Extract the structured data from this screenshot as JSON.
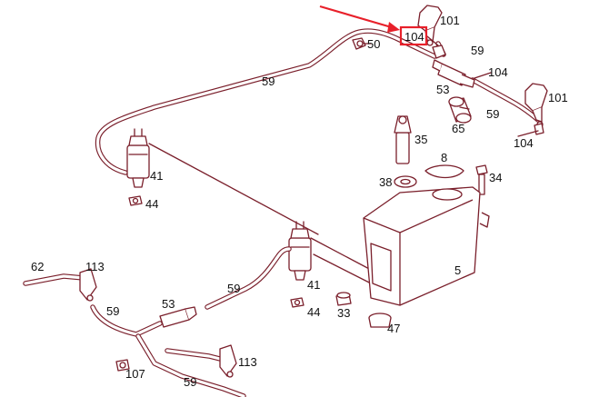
{
  "labels": {
    "l101a": "101",
    "l101b": "101",
    "l104hl": "104",
    "l104a": "104",
    "l104b": "104",
    "l50": "50",
    "l59top": "59",
    "l59r1": "59",
    "l59r2": "59",
    "l59mid": "59",
    "l59left": "59",
    "l59bottom": "59",
    "l53top": "53",
    "l53left": "53",
    "l65": "65",
    "l35": "35",
    "l8": "8",
    "l38": "38",
    "l34": "34",
    "l41top": "41",
    "l41mid": "41",
    "l44top": "44",
    "l44mid": "44",
    "l5": "5",
    "l62": "62",
    "l113top": "113",
    "l113bot": "113",
    "l33": "33",
    "l47": "47",
    "l107": "107"
  },
  "highlight": {
    "part_number": "104",
    "color": "#e8202a"
  },
  "colors": {
    "line": "#7a1f2b",
    "text": "#111111"
  }
}
